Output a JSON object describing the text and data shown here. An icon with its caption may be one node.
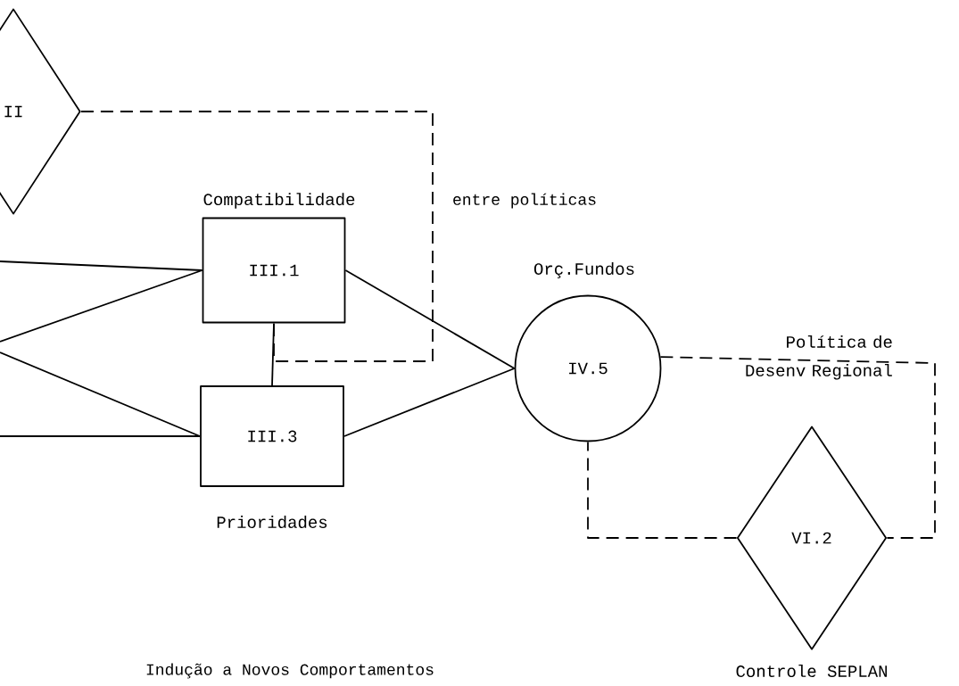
{
  "diagram": {
    "nodes": [
      {
        "text": [
          "II"
        ]
      },
      {
        "text": [
          "III.1"
        ],
        "beside": [
          "Compatibilidade"
        ]
      },
      {
        "text": [
          "III.3"
        ],
        "beside": [
          "Prioridades"
        ]
      },
      {
        "text": [
          "IV.5"
        ],
        "beside": [
          "Orç.Fundos"
        ]
      },
      {
        "text": [
          "VI.2"
        ],
        "beside": [
          "Controle SEPLAN"
        ]
      }
    ],
    "edges": [
      {
        "from": null,
        "to": 1,
        "arrow": "none"
      },
      {
        "from": null,
        "to": 1,
        "arrow": "none"
      },
      {
        "from": null,
        "to": 2,
        "arrow": "none"
      },
      {
        "from": null,
        "to": 2,
        "arrow": "none"
      },
      {
        "from": 1,
        "to": 3,
        "arrow": "none"
      },
      {
        "from": 2,
        "to": 3,
        "arrow": "none"
      },
      {
        "from": 1,
        "to": 2,
        "arrow": "none"
      },
      {
        "from": 0,
        "to": 1,
        "arrow": "none",
        "style": "dashed"
      },
      {
        "from": 3,
        "to": 4,
        "arrow": "none",
        "style": "dashed",
        "label": "Política de Desenv Regional"
      },
      {
        "from": 4,
        "to": 3,
        "arrow": "none",
        "style": "dashed"
      }
    ],
    "labels": [
      "entre políticas",
      "Indução a Novos Comportamentos"
    ]
  }
}
